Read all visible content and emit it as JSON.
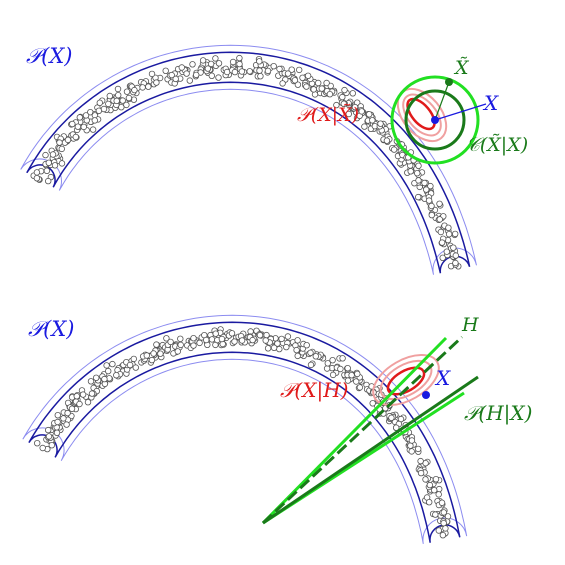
{
  "colors": {
    "density_outer": "#8c8cf0",
    "density_inner": "#1a1aa0",
    "point": "#555555",
    "blue": "#1a1ae0",
    "red": "#e01a1a",
    "pink": "#f0a0a0",
    "green_light": "#22e022",
    "green_dark": "#1a7a1a"
  },
  "top_panel": {
    "label_px": "𝒫(X)",
    "label_cond": "𝒫(X|X̃)",
    "label_x": "X",
    "label_xtilde": "X̃",
    "label_c": "𝒞(X̃|X)"
  },
  "bottom_panel": {
    "label_px": "𝒫(X)",
    "label_cond": "𝒫(X|H)",
    "label_x": "X",
    "label_h": "H",
    "label_ph": "𝒫(H|X)"
  }
}
